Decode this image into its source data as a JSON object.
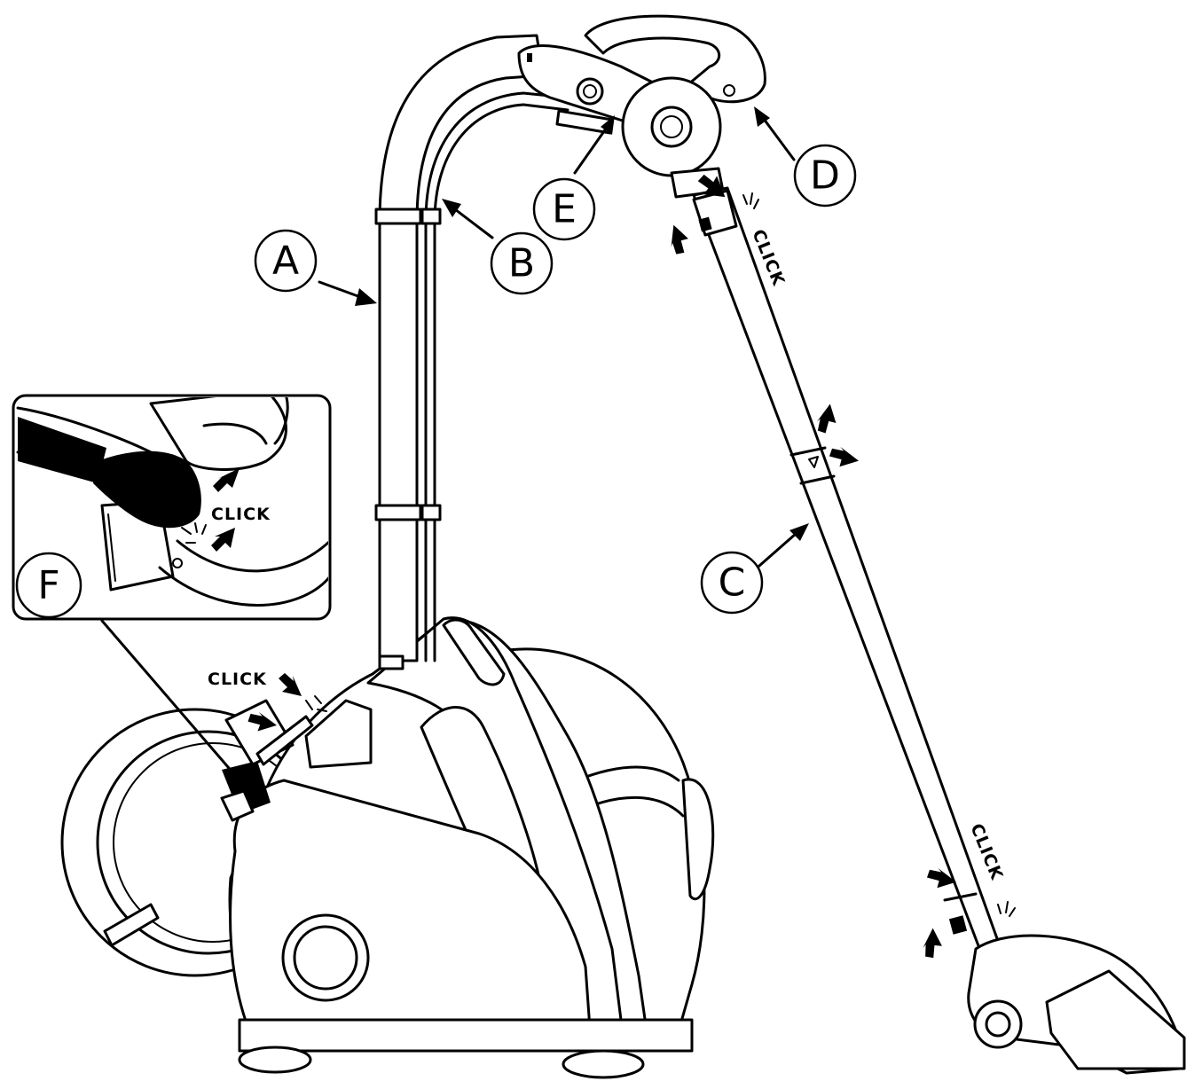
{
  "callouts": {
    "a": "A",
    "b": "B",
    "c": "C",
    "d": "D",
    "e": "E",
    "f": "F"
  },
  "click_labels": {
    "inset": "CLICK",
    "body": "CLICK",
    "handle": "CLICK",
    "nozzle": "CLICK"
  },
  "icons": [
    "arrow-icon",
    "click-burst-icon",
    "hand-icon"
  ]
}
